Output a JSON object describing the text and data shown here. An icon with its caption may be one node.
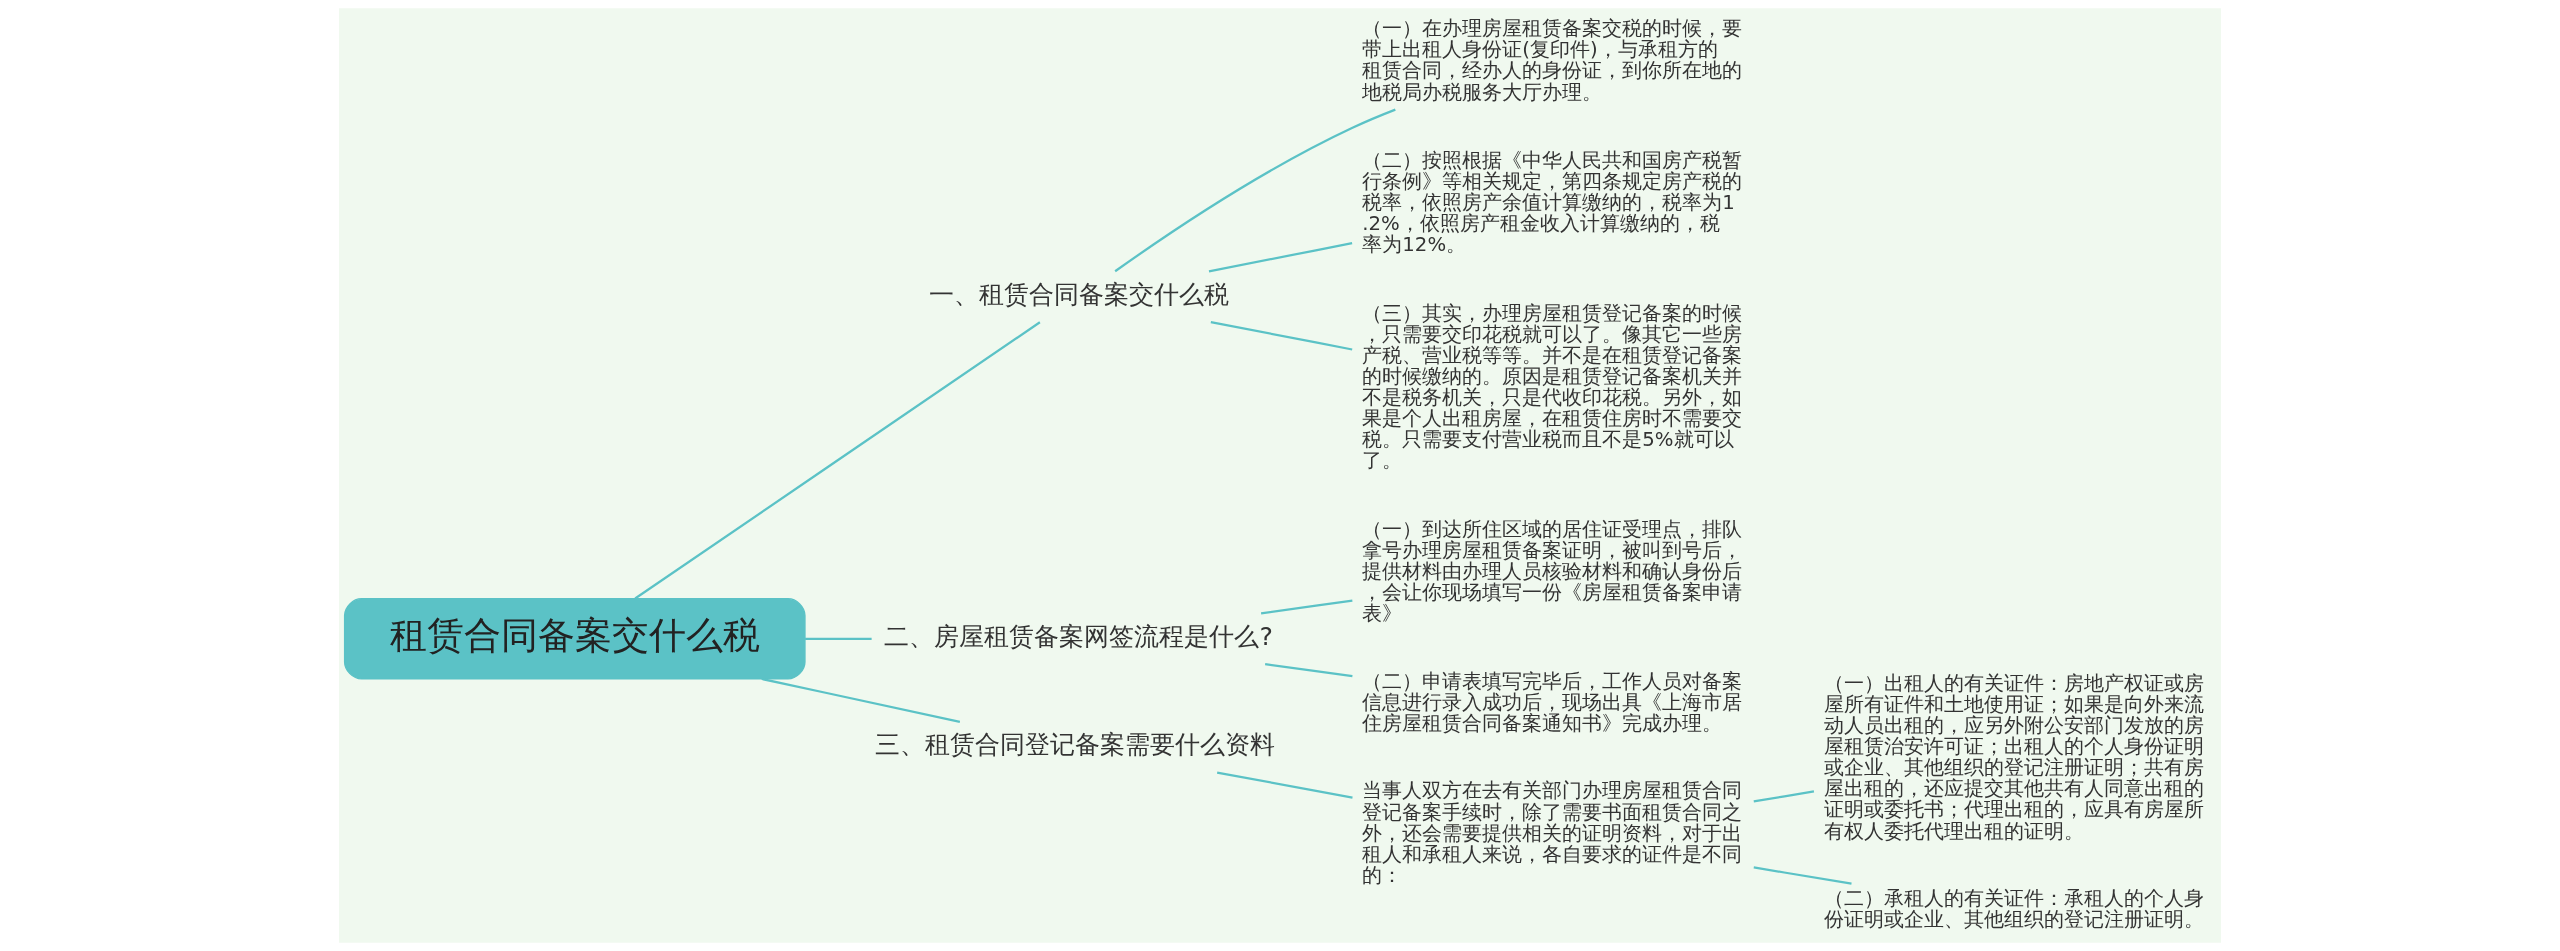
{
  "diagram": {
    "nodes": [
      {
        "text": [
          "租赁合同备案交什么税"
        ]
      },
      {
        "text": [
          "一、租赁合同备案交什么税"
        ]
      },
      {
        "text": [
          "（一）在办理房屋租赁备案交税的时候，要带上出租人身份证(复印件)，与承租方的租赁合同，经办人的身份证，到你所在地的地税局办税服务大厅办理。"
        ]
      },
      {
        "text": [
          "（二）按照根据《中华人民共和国房产税暂行条例》等相关规定，第四条规定房产税的税率，依照房产余值计算缴纳的，税率为1.2%，依照房产租金收入计算缴纳的，税率为12%。"
        ]
      },
      {
        "text": [
          "（三）其实，办理房屋租赁登记备案的时候，只需要交印花税就可以了。像其它一些房产税、营业税等等。并不是在租赁登记备案的时候缴纳的。原因是租赁登记备案机关并不是税务机关，只是代收印花税。另外，如果是个人出租房屋，在租赁住房时不需要交税。只需要支付营业税而且不是5%就可以了。"
        ]
      },
      {
        "text": [
          "二、房屋租赁备案网签流程是什么?"
        ]
      },
      {
        "text": [
          "（一）到达所住区域的居住证受理点，排队拿号办理房屋租赁备案证明，被叫到号后，提供材料由办理人员核验材料和确认身份后，会让你现场填写一份《房屋租赁备案申请表》"
        ]
      },
      {
        "text": [
          "（二）申请表填写完毕后，工作人员对备案信息进行录入成功后，现场出具《上海市居住房屋租赁合同备案通知书》完成办理。"
        ]
      },
      {
        "text": [
          "三、租赁合同登记备案需要什么资料"
        ]
      },
      {
        "text": [
          "当事人双方在去有关部门办理房屋租赁合同登记备案手续时，除了需要书面租赁合同之外，还会需要提供相关的证明资料，对于出租人和承租人来说，各自要求的证件是不同的："
        ]
      },
      {
        "text": [
          "（一）出租人的有关证件：房地产权证或房屋所有证件和土地使用证；如果是向外来流动人员出租的，应另外附公安部门发放的房屋租赁治安许可证；出租人的个人身份证明或企业、其他组织的登记注册证明；共有房屋出租的，还应提交其他共有人同意出租的证明或委托书；代理出租的，应具有房屋所有权人委托代理出租的证明。"
        ]
      },
      {
        "text": [
          "（二）承租人的有关证件：承租人的个人身份证明或企业、其他组织的登记注册证明。"
        ]
      }
    ],
    "edges": [
      {
        "from": 0,
        "to": 1,
        "arrow": "none"
      },
      {
        "from": 1,
        "to": 2,
        "arrow": "none"
      },
      {
        "from": 1,
        "to": 3,
        "arrow": "none"
      },
      {
        "from": 1,
        "to": 4,
        "arrow": "none"
      },
      {
        "from": 0,
        "to": 5,
        "arrow": "none"
      },
      {
        "from": 5,
        "to": 6,
        "arrow": "none"
      },
      {
        "from": 5,
        "to": 7,
        "arrow": "none"
      },
      {
        "from": 0,
        "to": 8,
        "arrow": "none"
      },
      {
        "from": 8,
        "to": 9,
        "arrow": "none"
      },
      {
        "from": 9,
        "to": 10,
        "arrow": "none"
      },
      {
        "from": 9,
        "to": 11,
        "arrow": "none"
      }
    ]
  }
}
